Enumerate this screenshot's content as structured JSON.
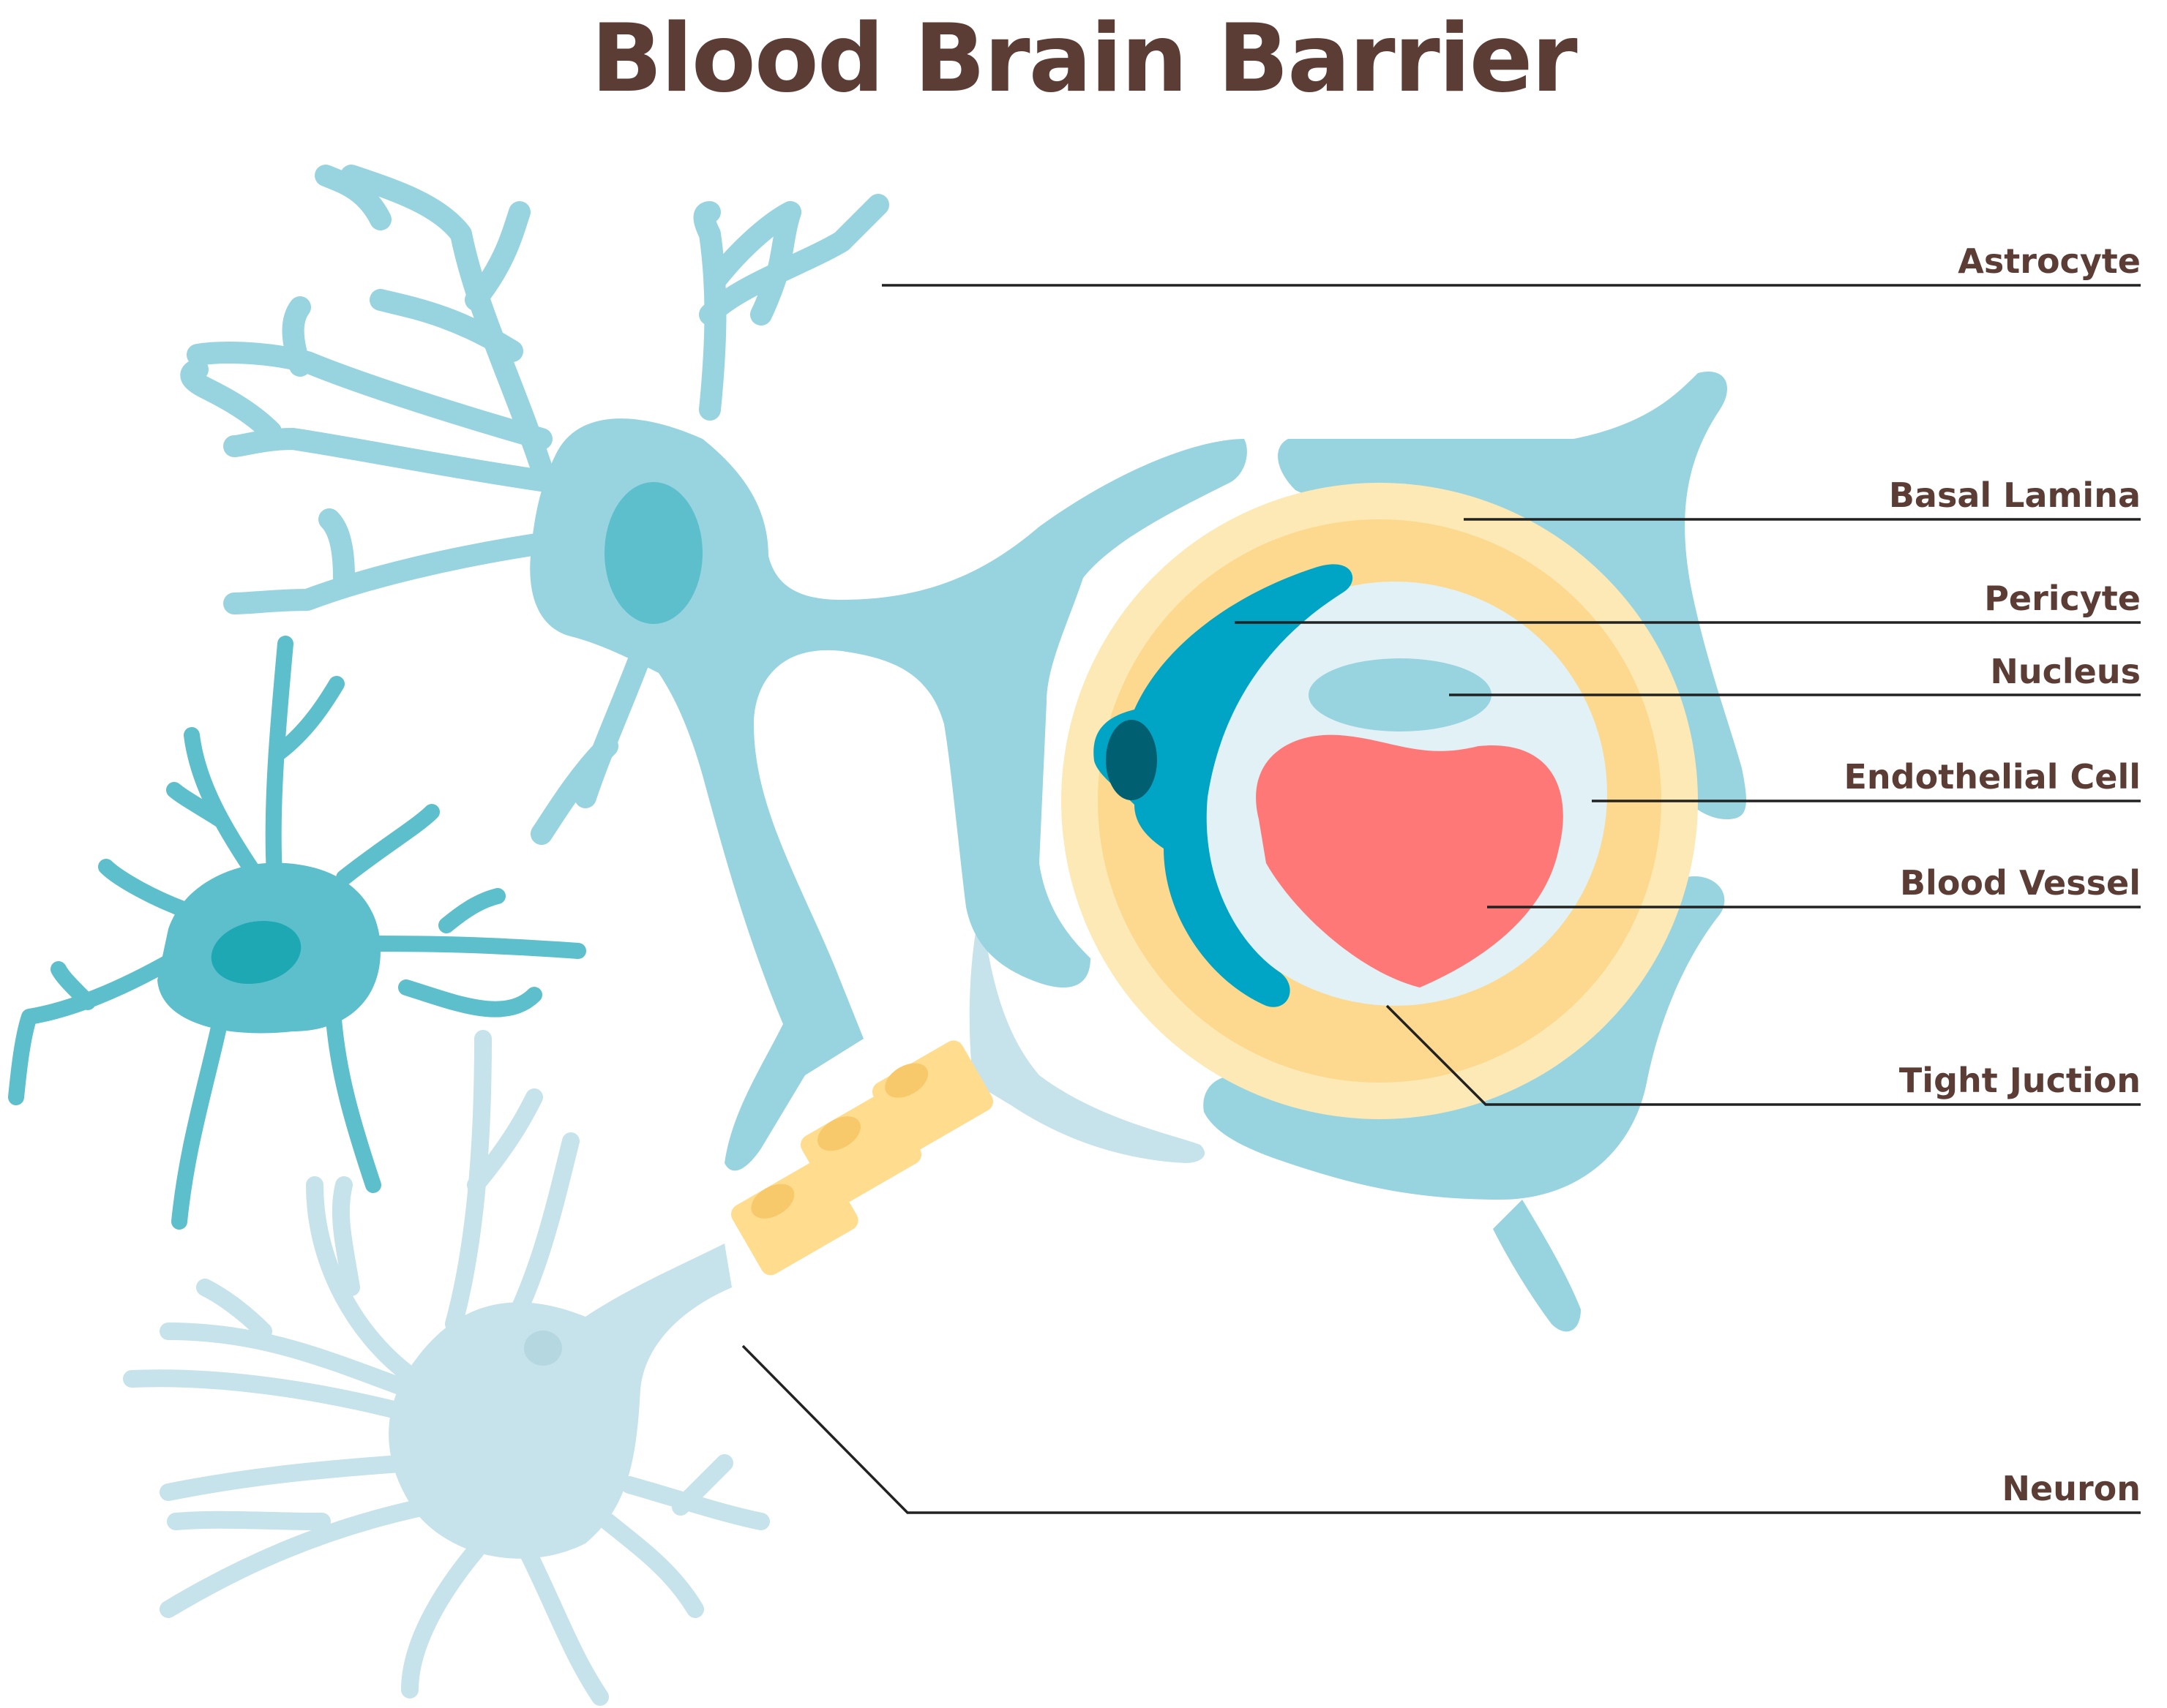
{
  "title": "Blood Brain Barrier",
  "labels": {
    "astrocyte": "Astrocyte",
    "basal_lamina": "Basal Lamina",
    "pericyte": "Pericyte",
    "nucleus": "Nucleus",
    "endothelial_cell": "Endothelial Cell",
    "blood_vessel": "Blood Vessel",
    "tight_junction": "Tight Juction",
    "neuron": "Neuron"
  },
  "colors": {
    "title": "#5b3d36",
    "label_text": "#5b3d36",
    "leader_line": "#222222",
    "astrocyte": "#97d4e0",
    "astrocyte_nucleus": "#5dbfcc",
    "second_astrocyte": "#5cbfcb",
    "second_astrocyte_nucleus": "#1da8b3",
    "neuron": "#c6e2ea",
    "myelin": "#ffdc8e",
    "myelin_node": "#f8c96a",
    "basal_lamina_outer": "#fde9b5",
    "basal_lamina_inner": "#fcd98e",
    "endothelial_cell": "#e1f1f6",
    "blood_vessel": "#fd7877",
    "pericyte": "#00a5c6",
    "pericyte_nucleus": "#005f71"
  }
}
